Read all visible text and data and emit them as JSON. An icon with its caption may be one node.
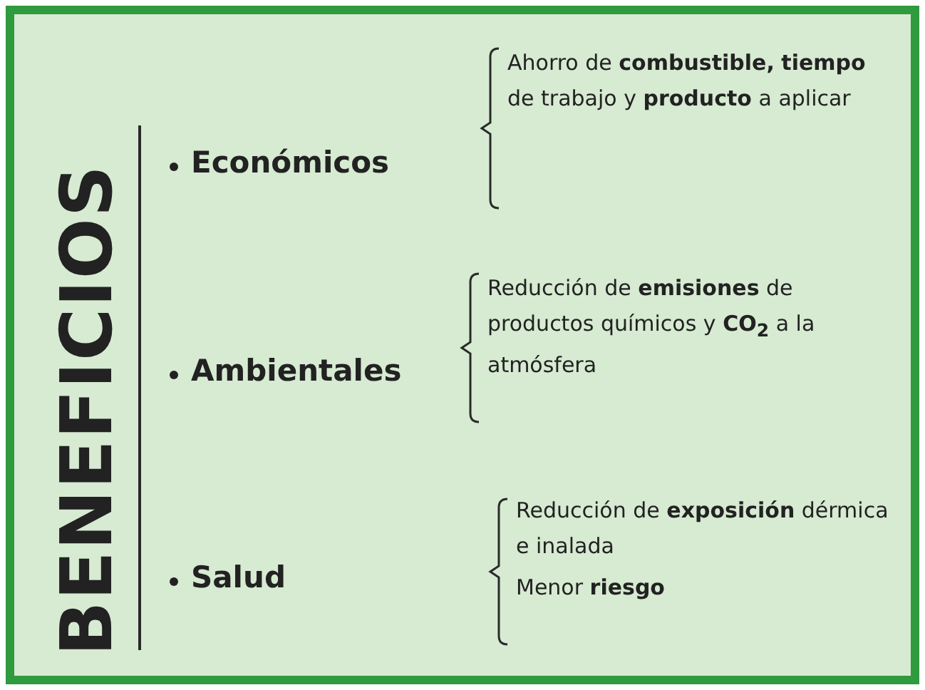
{
  "diagram": {
    "title": "BENEFICIOS",
    "labels": [
      "Económicos",
      "Ahorro de **combustible,** **tiempo** de trabajo y **producto** a aplicar",
      "Ambientales",
      "Reducción de **emisiones** de productos químicos y **CO$_{2}$** a la atmósfera",
      "Salud",
      "Reducción de **exposición** dérmica e inalada",
      "Menor **riesgo**"
    ]
  }
}
